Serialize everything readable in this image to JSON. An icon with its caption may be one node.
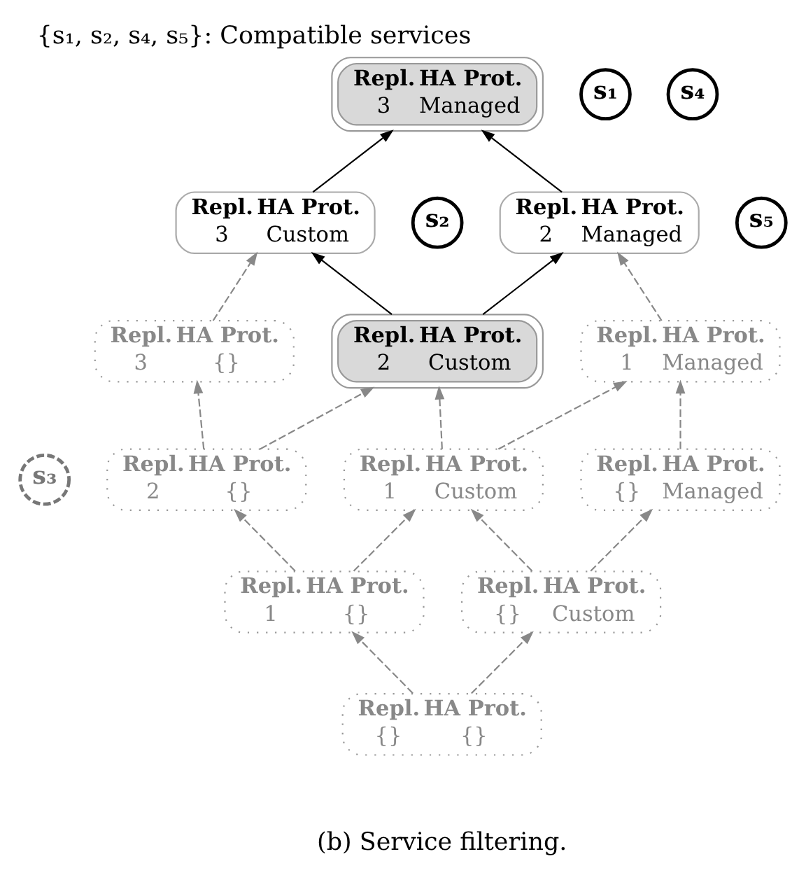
{
  "diagram": {
    "title": "{s₁, s₂, s₄, s₅}: Compatible services",
    "caption": "(b) Service filtering.",
    "nodes": [
      {
        "text": [
          "Repl.",
          "HA Prot.",
          "3",
          "Managed"
        ]
      },
      {
        "text": [
          "s₁"
        ]
      },
      {
        "text": [
          "s₄"
        ]
      },
      {
        "text": [
          "Repl.",
          "HA Prot.",
          "3",
          "Custom"
        ]
      },
      {
        "text": [
          "s₂"
        ]
      },
      {
        "text": [
          "Repl.",
          "HA Prot.",
          "2",
          "Managed"
        ]
      },
      {
        "text": [
          "s₅"
        ]
      },
      {
        "text": [
          "Repl.",
          "HA Prot.",
          "3",
          "{}"
        ]
      },
      {
        "text": [
          "Repl.",
          "HA Prot.",
          "2",
          "Custom"
        ]
      },
      {
        "text": [
          "Repl.",
          "HA Prot.",
          "1",
          "Managed"
        ]
      },
      {
        "text": [
          "s₃"
        ]
      },
      {
        "text": [
          "Repl.",
          "HA Prot.",
          "2",
          "{}"
        ]
      },
      {
        "text": [
          "Repl.",
          "HA Prot.",
          "1",
          "Custom"
        ]
      },
      {
        "text": [
          "Repl.",
          "HA Prot.",
          "{}",
          "Managed"
        ]
      },
      {
        "text": [
          "Repl.",
          "HA Prot.",
          "1",
          "{}"
        ]
      },
      {
        "text": [
          "Repl.",
          "HA Prot.",
          "{}",
          "Custom"
        ]
      },
      {
        "text": [
          "Repl.",
          "HA Prot.",
          "{}",
          "{}"
        ]
      }
    ],
    "edges": [
      {
        "from": 3,
        "to": 0,
        "arrow": "to",
        "color": "#000000"
      },
      {
        "from": 5,
        "to": 0,
        "arrow": "to",
        "color": "#000000"
      },
      {
        "from": 7,
        "to": 3,
        "arrow": "to",
        "style": "dashed"
      },
      {
        "from": 8,
        "to": 3,
        "arrow": "to",
        "color": "#000000"
      },
      {
        "from": 8,
        "to": 5,
        "arrow": "to",
        "color": "#000000"
      },
      {
        "from": 9,
        "to": 5,
        "arrow": "to",
        "style": "dashed"
      },
      {
        "from": 11,
        "to": 7,
        "arrow": "to",
        "style": "dashed"
      },
      {
        "from": 11,
        "to": 8,
        "arrow": "to",
        "style": "dashed"
      },
      {
        "from": 12,
        "to": 8,
        "arrow": "to",
        "style": "dashed"
      },
      {
        "from": 12,
        "to": 9,
        "arrow": "to",
        "style": "dashed"
      },
      {
        "from": 13,
        "to": 9,
        "arrow": "to",
        "style": "dashed"
      },
      {
        "from": 14,
        "to": 11,
        "arrow": "to",
        "style": "dashed"
      },
      {
        "from": 14,
        "to": 12,
        "arrow": "to",
        "style": "dashed"
      },
      {
        "from": 15,
        "to": 12,
        "arrow": "to",
        "style": "dashed"
      },
      {
        "from": 15,
        "to": 13,
        "arrow": "to",
        "style": "dashed"
      },
      {
        "from": 16,
        "to": 14,
        "arrow": "to",
        "style": "dashed"
      },
      {
        "from": 16,
        "to": 15,
        "arrow": "to",
        "style": "dashed"
      }
    ]
  }
}
